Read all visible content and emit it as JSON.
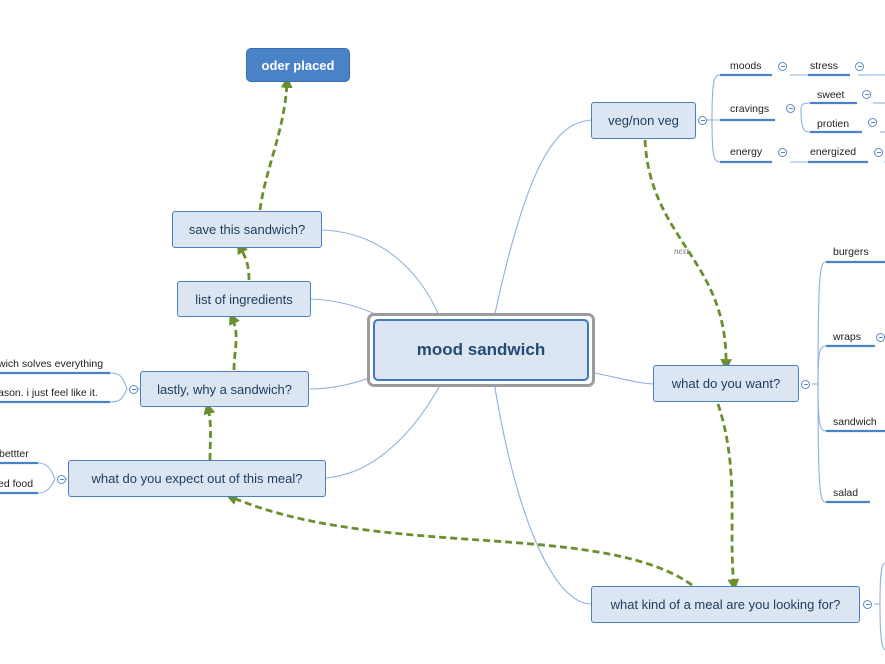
{
  "map": {
    "central": "mood sandwich",
    "floating": "oder placed",
    "relationship_label": "next",
    "topics": {
      "veg": "veg/non veg",
      "want": "what do you want?",
      "meal_kind": "what kind of a meal are you looking for?",
      "expect": "what do you expect out of this meal?",
      "why": "lastly, why a sandwich?",
      "ingredients": "list of ingredients",
      "save": "save this sandwich?"
    },
    "veg_children": {
      "moods": "moods",
      "stress": "stress",
      "cravings": "cravings",
      "sweet": "sweet",
      "protien": "protien",
      "energy": "energy",
      "energized": "energized"
    },
    "want_children": {
      "burgers": "burgers",
      "wraps": "wraps",
      "sandwich": "sandwich",
      "salad": "salad"
    },
    "why_children": {
      "a": "wich solves everything",
      "b": "ason. i just feel like it."
    },
    "expect_children": {
      "a": "bettter",
      "b": "ed food"
    }
  },
  "colors": {
    "topic_fill": "#dce6f2",
    "topic_border": "#4a7fc0",
    "branch_line": "#7aa3d6",
    "relationship": "#6a8f2e",
    "floating_fill": "#4a82c8"
  }
}
